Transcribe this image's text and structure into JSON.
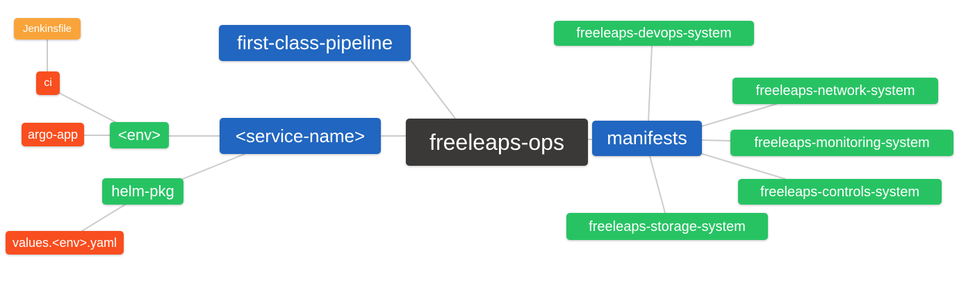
{
  "diagram": {
    "title": "freeleaps-ops mindmap",
    "type": "mindmap"
  },
  "colors": {
    "orange": "#F9A43B",
    "red": "#F94E1F",
    "green": "#27C363",
    "blue": "#2166C0",
    "dark": "#3B3838",
    "edge": "#CCCCCC",
    "text": "#FFFFFF",
    "background": "#FFFFFF"
  },
  "nodes": [
    {
      "id": "jenkinsfile",
      "label": "Jenkinsfile",
      "color": "orange"
    },
    {
      "id": "ci",
      "label": "ci",
      "color": "red"
    },
    {
      "id": "argo-app",
      "label": "argo-app",
      "color": "red"
    },
    {
      "id": "env",
      "label": "<env>",
      "color": "green"
    },
    {
      "id": "helm-pkg",
      "label": "helm-pkg",
      "color": "green"
    },
    {
      "id": "values-env-yaml",
      "label": "values.<env>.yaml",
      "color": "red"
    },
    {
      "id": "first-class-pipeline",
      "label": "first-class-pipeline",
      "color": "blue"
    },
    {
      "id": "service-name",
      "label": "<service-name>",
      "color": "blue"
    },
    {
      "id": "freeleaps-ops",
      "label": "freeleaps-ops",
      "color": "dark"
    },
    {
      "id": "manifests",
      "label": "manifests",
      "color": "blue"
    },
    {
      "id": "freeleaps-devops-system",
      "label": "freeleaps-devops-system",
      "color": "green"
    },
    {
      "id": "freeleaps-network-system",
      "label": "freeleaps-network-system",
      "color": "green"
    },
    {
      "id": "freeleaps-monitoring-system",
      "label": "freeleaps-monitoring-system",
      "color": "green"
    },
    {
      "id": "freeleaps-controls-system",
      "label": "freeleaps-controls-system",
      "color": "green"
    },
    {
      "id": "freeleaps-storage-system",
      "label": "freeleaps-storage-system",
      "color": "green"
    }
  ],
  "edges": [
    {
      "from": "jenkinsfile",
      "to": "ci"
    },
    {
      "from": "ci",
      "to": "env"
    },
    {
      "from": "argo-app",
      "to": "env"
    },
    {
      "from": "env",
      "to": "service-name"
    },
    {
      "from": "helm-pkg",
      "to": "service-name"
    },
    {
      "from": "helm-pkg",
      "to": "values-env-yaml"
    },
    {
      "from": "first-class-pipeline",
      "to": "freeleaps-ops"
    },
    {
      "from": "service-name",
      "to": "freeleaps-ops"
    },
    {
      "from": "freeleaps-ops",
      "to": "manifests"
    },
    {
      "from": "manifests",
      "to": "freeleaps-devops-system"
    },
    {
      "from": "manifests",
      "to": "freeleaps-network-system"
    },
    {
      "from": "manifests",
      "to": "freeleaps-monitoring-system"
    },
    {
      "from": "manifests",
      "to": "freeleaps-controls-system"
    },
    {
      "from": "manifests",
      "to": "freeleaps-storage-system"
    }
  ]
}
